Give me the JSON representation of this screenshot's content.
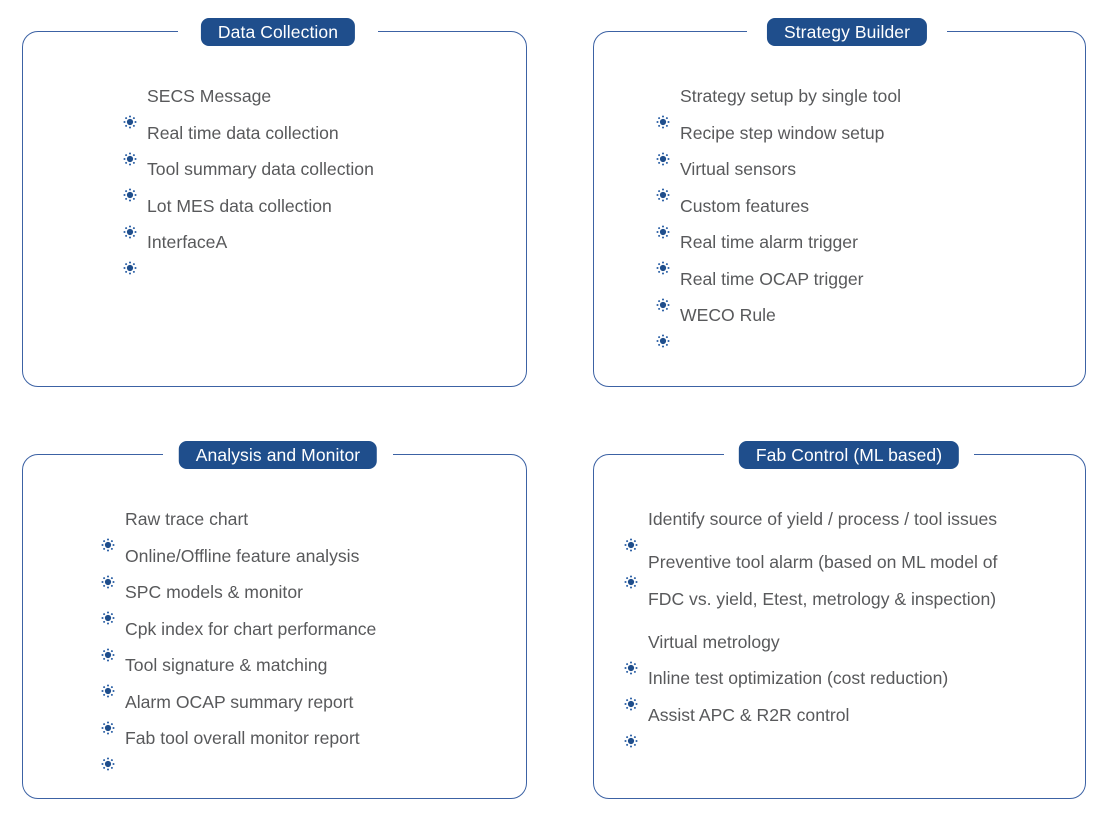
{
  "theme": {
    "card_border_color": "#3c62a4",
    "title_badge_color": "#1f4e8c",
    "title_text_color": "#ffffff",
    "body_text_color": "#58595b",
    "bullet_icon_color": "#1f4e8c",
    "background_color": "#ffffff"
  },
  "bullet_icon_name": "radiating-dot-icon",
  "panels": [
    {
      "id": "data-collection",
      "title": "Data Collection",
      "items": [
        "SECS Message",
        "Real time data collection",
        "Tool summary data collection",
        "Lot MES data collection",
        "InterfaceA"
      ]
    },
    {
      "id": "strategy-builder",
      "title": "Strategy Builder",
      "items": [
        "Strategy setup by single tool",
        "Recipe step window setup",
        "Virtual sensors",
        "Custom features",
        "Real time alarm trigger",
        "Real time OCAP trigger",
        "WECO Rule"
      ]
    },
    {
      "id": "analysis-and-monitor",
      "title": "Analysis and Monitor",
      "items": [
        "Raw trace chart",
        "Online/Offline feature analysis",
        "SPC models & monitor",
        "Cpk index for chart performance",
        "Tool signature & matching",
        "Alarm OCAP summary report",
        "Fab tool overall monitor report"
      ]
    },
    {
      "id": "fab-control-ml-based",
      "title": "Fab Control (ML based)",
      "items": [
        "Identify source of yield / process / tool issues",
        "Preventive tool alarm (based on ML model of\nFDC vs. yield, Etest, metrology & inspection)",
        "Virtual metrology",
        "Inline test optimization (cost reduction)",
        "Assist APC & R2R control"
      ]
    }
  ]
}
